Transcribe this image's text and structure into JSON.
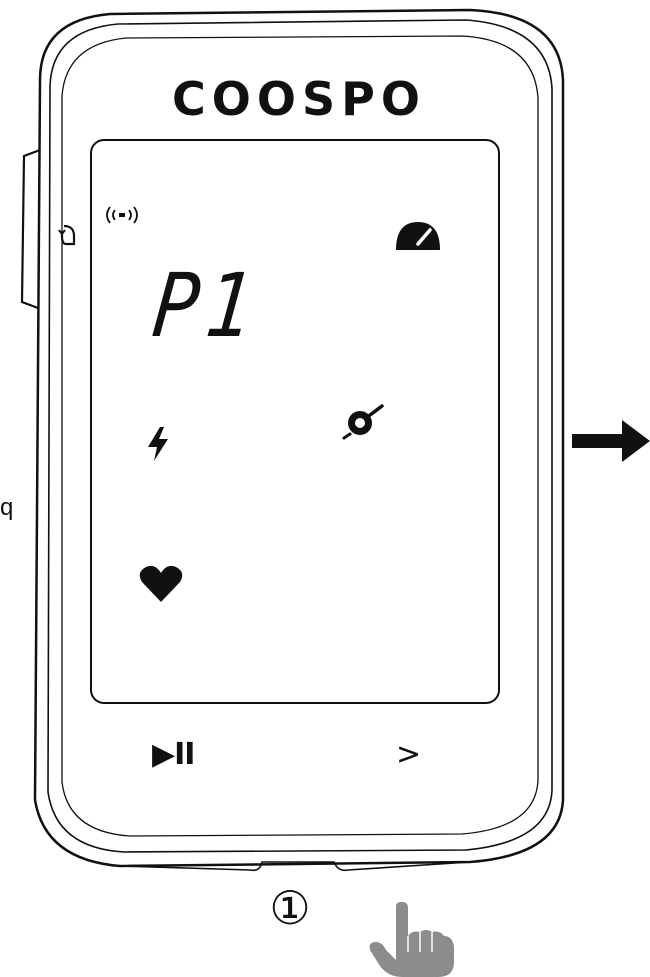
{
  "brand": {
    "logo_text": "COOSPO"
  },
  "display": {
    "main_value": "P1"
  },
  "buttons": {
    "play_pause_label": "▶II",
    "next_label": ">"
  },
  "side_text": "q",
  "step_marker": "①",
  "icons": {
    "top_left_button": "power-icon",
    "signal": "sensor-signal-icon",
    "speed": "speedometer-icon",
    "power": "lightning-bolt-icon",
    "cadence": "cadence-sensor-icon",
    "heart": "heart-icon",
    "pointer": "hand-pointer-icon",
    "arrow": "right-arrow-icon"
  },
  "colors": {
    "outline": "#111111",
    "hand": "#8c8c8c",
    "background": "#ffffff"
  }
}
